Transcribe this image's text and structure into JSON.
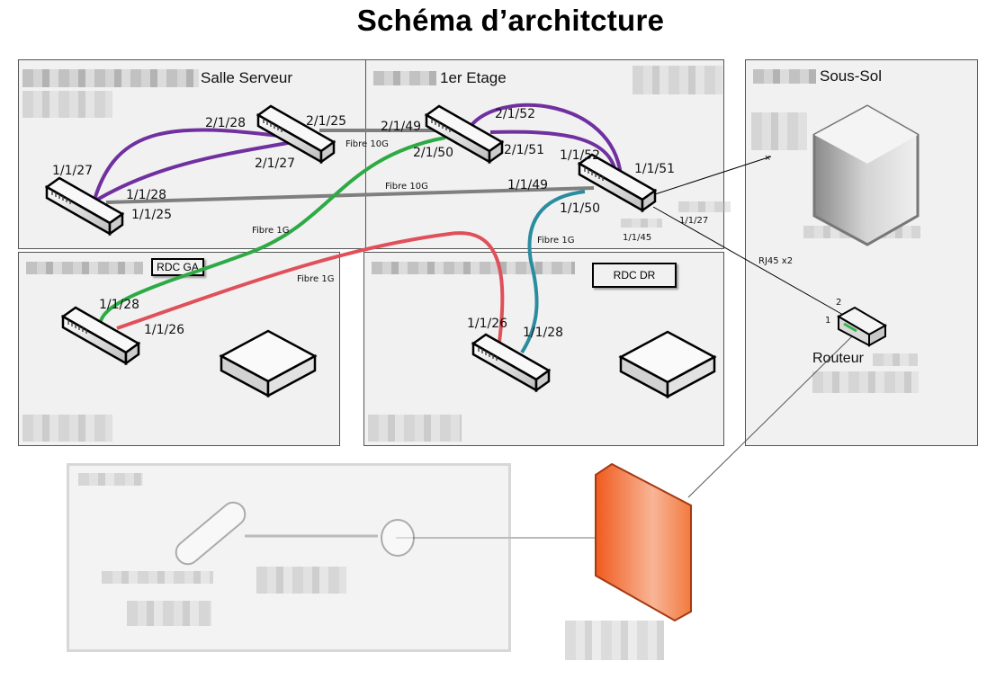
{
  "title": "Schéma d’architcture",
  "zones": {
    "salle_serveur": "Salle Serveur",
    "premier_etage": "1er Etage",
    "sous_sol": "Sous-Sol",
    "rdc_ga": "RDC GA",
    "rdc_dr": "RDC DR"
  },
  "router": {
    "label": "Routeur",
    "port_1": "1",
    "port_2": "2"
  },
  "links": {
    "fibre_10g_a": "Fibre 10G",
    "fibre_10g_b": "Fibre 10G",
    "fibre_1g_green": "Fibre 1G",
    "fibre_1g_red": "Fibre 1G",
    "fibre_1g_teal": "Fibre 1G",
    "rj45": "RJ45 x2"
  },
  "ports": {
    "ss_sw1_1_1_27": "1/1/27",
    "ss_sw1_1_1_28": "1/1/28",
    "ss_sw1_1_1_25": "1/1/25",
    "ss_sw2_2_1_28": "2/1/28",
    "ss_sw2_2_1_25": "2/1/25",
    "ss_sw2_2_1_27": "2/1/27",
    "et_sw1_2_1_49": "2/1/49",
    "et_sw1_2_1_50": "2/1/50",
    "et_sw1_2_1_52": "2/1/52",
    "et_sw1_2_1_51": "2/1/51",
    "et_sw2_1_1_52": "1/1/52",
    "et_sw2_1_1_51": "1/1/51",
    "et_sw2_1_1_49": "1/1/49",
    "et_sw2_1_1_50": "1/1/50",
    "et_sw2_1_1_27": "1/1/27",
    "et_sw2_1_1_45": "1/1/45",
    "ga_1_1_28": "1/1/28",
    "ga_1_1_26": "1/1/26",
    "dr_1_1_26": "1/1/26",
    "dr_1_1_28": "1/1/28"
  },
  "colors": {
    "purple": "#7030a0",
    "gray": "#7f7f7f",
    "green": "#2eaa45",
    "red": "#e0505a",
    "teal": "#2a8c9f",
    "firewall": "#f26a2e"
  }
}
